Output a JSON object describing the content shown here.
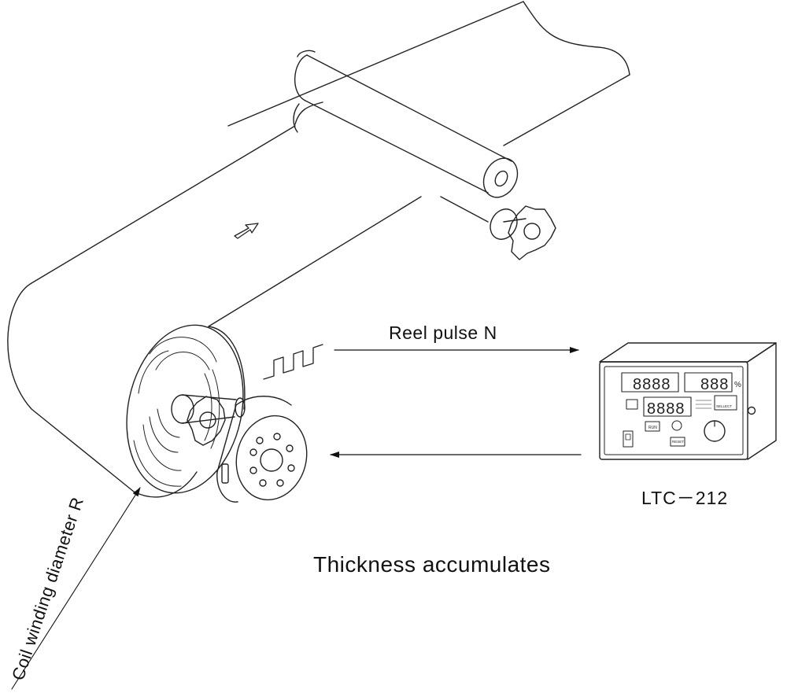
{
  "labels": {
    "reel_pulse": "Reel pulse N",
    "controller_model": "LTC－212",
    "thickness": "Thickness accumulates",
    "coil_diameter": "Coil winding diameter R"
  },
  "controller_panel": {
    "display_left": "8888",
    "display_right": "888",
    "display_middle": "8888",
    "percent": "%",
    "select_button": "SELLECT",
    "run_button": "RUN",
    "reset_button": "RESET"
  }
}
